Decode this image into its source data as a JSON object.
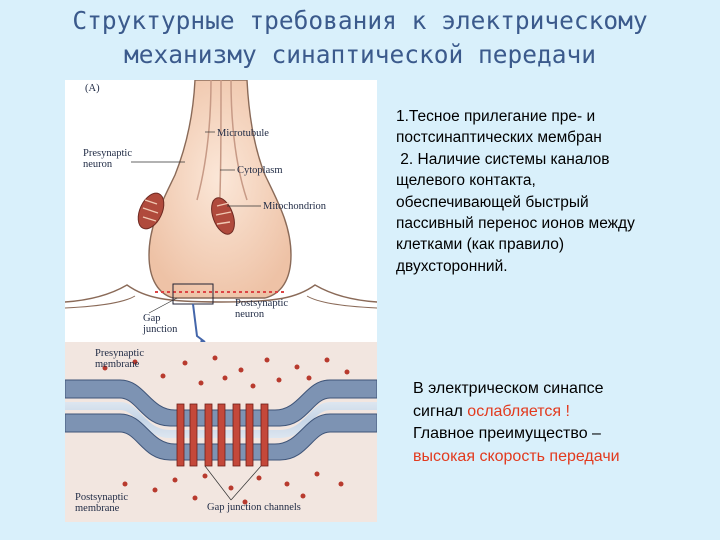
{
  "title": {
    "line1": "Структурные требования к электрическому",
    "line2": "механизму синаптической передачи"
  },
  "figure": {
    "panel_label": "(A)",
    "labels": {
      "microtubule": "Microtubule",
      "presynaptic_neuron_1": "Presynaptic",
      "presynaptic_neuron_2": "neuron",
      "cytoplasm": "Cytoplasm",
      "mitochondrion": "Mitochondrion",
      "postsynaptic_neuron_1": "Postsynaptic",
      "postsynaptic_neuron_2": "neuron",
      "gap_junction_1": "Gap",
      "gap_junction_2": "junction",
      "presynaptic_membrane_1": "Presynaptic",
      "presynaptic_membrane_2": "membrane",
      "postsynaptic_membrane_1": "Postsynaptic",
      "postsynaptic_membrane_2": "membrane",
      "gap_junction_channels": "Gap junction channels"
    }
  },
  "text_block_1": {
    "l1": "1.Тесное прилегание пре- и",
    "l2": "постсинаптических мембран",
    "l3": " 2. Наличие системы каналов",
    "l4": "щелевого контакта,",
    "l5": "обеспечивающей быстрый",
    "l6": "пассивный перенос ионов между",
    "l7": "клетками (как правило)",
    "l8": "двухсторонний."
  },
  "text_block_2": {
    "l1": "В электрическом синапсе",
    "l2_a": "сигнал ",
    "l2_b": "ослабляется !",
    "l3": "Главное преимущество –",
    "l4": "высокая скорость передачи"
  },
  "colors": {
    "background": "#d9f0fb",
    "title": "#3b5a8c",
    "highlight": "#e23a1e"
  }
}
